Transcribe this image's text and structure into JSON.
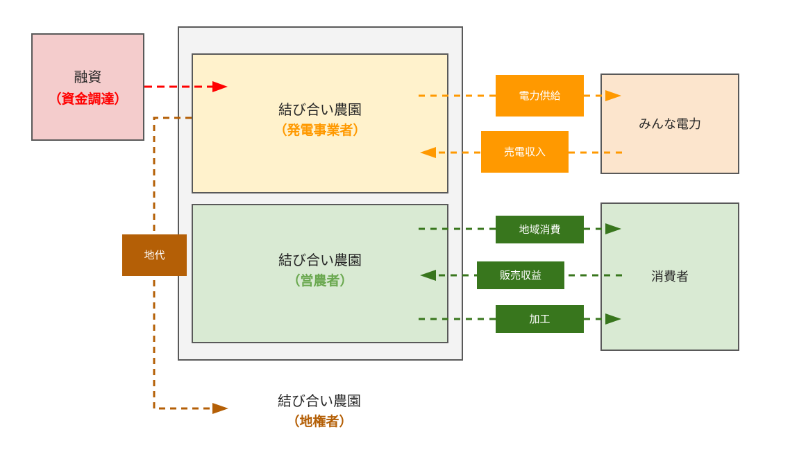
{
  "colors": {
    "financing_red": "#ff0000",
    "power_orange": "#ff9900",
    "land_brown": "#b45f06",
    "consumer_green": "#38761d",
    "sub_green": "#6aa84f",
    "finance_box_fill": "#f4cccc",
    "power_box_fill": "#fff2cc",
    "farm_box_fill": "#d9ead3",
    "minna_box_fill": "#fce5cd",
    "container_fill": "#f3f3f3"
  },
  "financing": {
    "title": "融資",
    "subtitle": "（資金調達）"
  },
  "power_producer": {
    "title": "結び合い農園",
    "subtitle": "（発電事業者）"
  },
  "farmer": {
    "title": "結び合い農園",
    "subtitle": "（営農者）"
  },
  "landowner": {
    "title": "結び合い農園",
    "subtitle": "（地権者）"
  },
  "minna_denryoku": {
    "title": "みんな電力"
  },
  "consumer": {
    "title": "消費者"
  },
  "flows": {
    "power_supply": "電力供給",
    "power_revenue": "売電収入",
    "local_consumption": "地域消費",
    "sales_revenue": "販売収益",
    "processing": "加工",
    "land_rent": "地代"
  }
}
